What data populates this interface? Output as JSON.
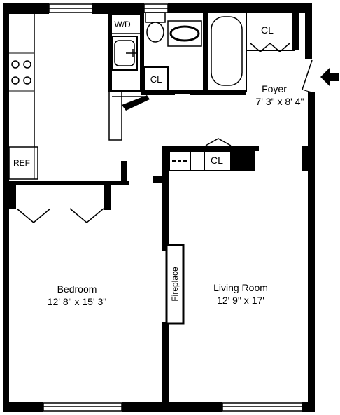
{
  "plan": {
    "rooms": {
      "foyer": {
        "name": "Foyer",
        "dims": "7' 3\" x 8' 4\""
      },
      "bedroom": {
        "name": "Bedroom",
        "dims": "12' 8\" x 15' 3\""
      },
      "living": {
        "name": "Living Room",
        "dims": "12' 9\" x 17'"
      }
    },
    "labels": {
      "washer_dryer": "W/D",
      "closet": "CL",
      "refrigerator": "REF",
      "fireplace": "Fireplace"
    },
    "colors": {
      "wall": "#000000",
      "background": "#ffffff"
    },
    "icons": {
      "entry": "entry-arrow-icon"
    }
  }
}
